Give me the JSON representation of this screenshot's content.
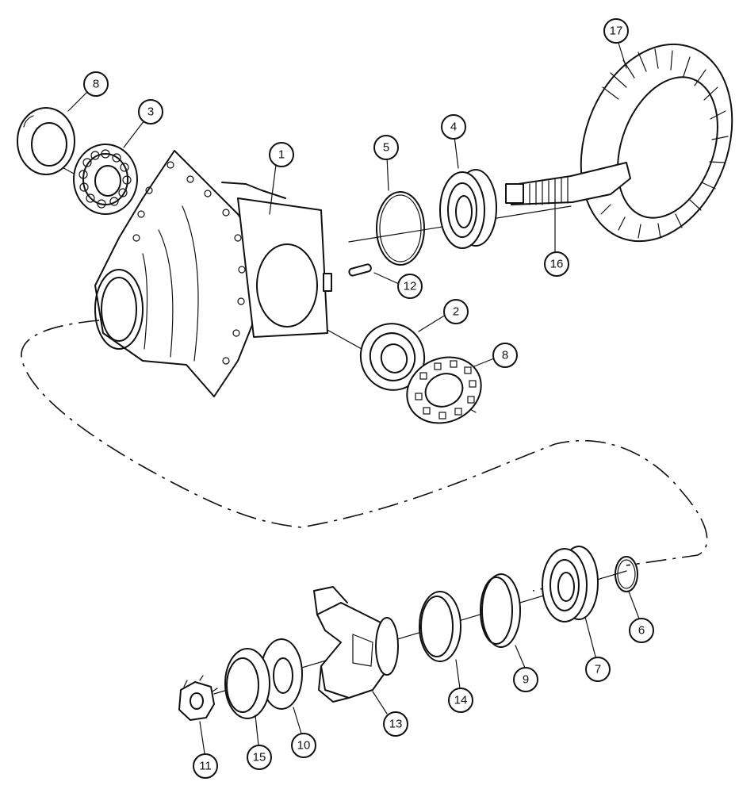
{
  "figure": {
    "callouts": [
      {
        "id": "c8a",
        "label": "8"
      },
      {
        "id": "c3",
        "label": "3"
      },
      {
        "id": "c1",
        "label": "1"
      },
      {
        "id": "c5",
        "label": "5"
      },
      {
        "id": "c4",
        "label": "4"
      },
      {
        "id": "c17",
        "label": "17"
      },
      {
        "id": "c16",
        "label": "16"
      },
      {
        "id": "c12",
        "label": "12"
      },
      {
        "id": "c2",
        "label": "2"
      },
      {
        "id": "c8b",
        "label": "8"
      },
      {
        "id": "c6",
        "label": "6"
      },
      {
        "id": "c7",
        "label": "7"
      },
      {
        "id": "c9",
        "label": "9"
      },
      {
        "id": "c14",
        "label": "14"
      },
      {
        "id": "c13",
        "label": "13"
      },
      {
        "id": "c10",
        "label": "10"
      },
      {
        "id": "c15",
        "label": "15"
      },
      {
        "id": "c11",
        "label": "11"
      }
    ]
  }
}
